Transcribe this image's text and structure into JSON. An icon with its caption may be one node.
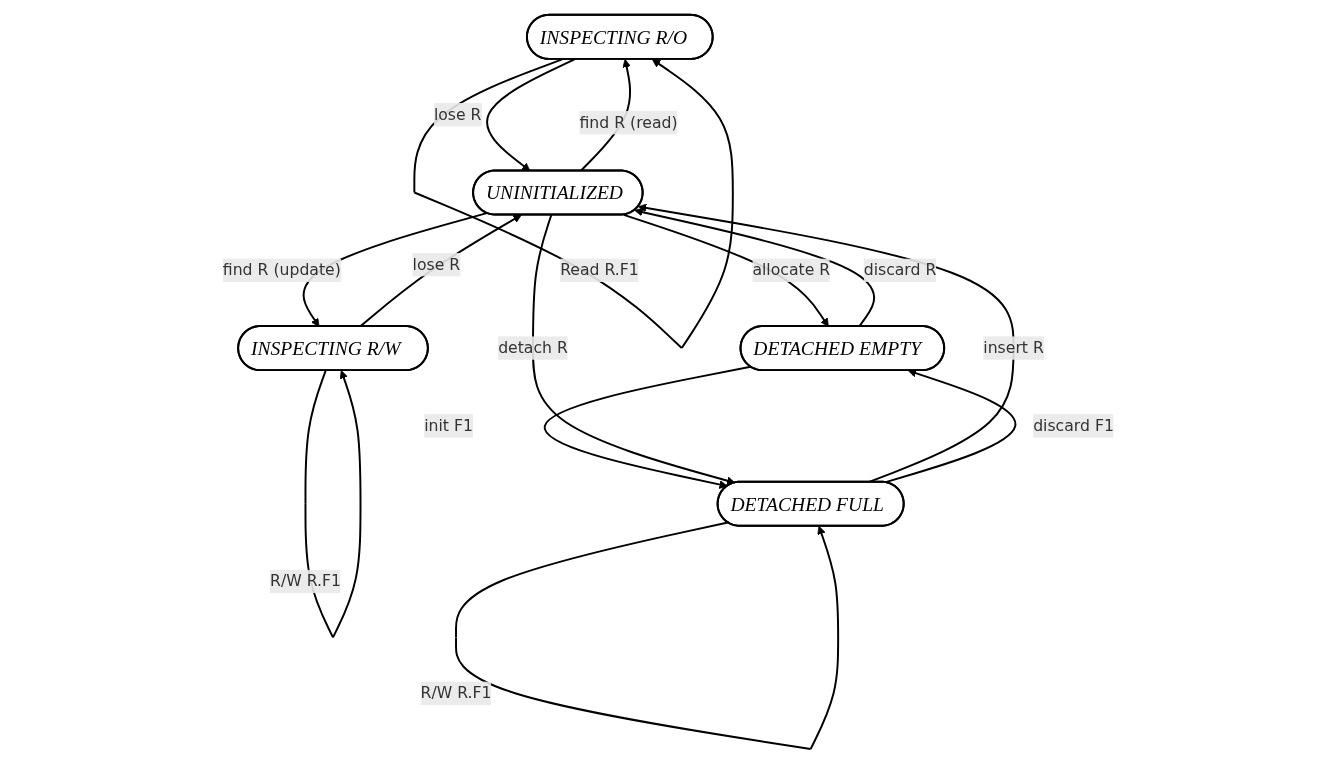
{
  "diagram": {
    "nodes": [
      {
        "text": [
          "INSPECTING R/O"
        ]
      },
      {
        "text": [
          "INSPECTING R/W"
        ]
      },
      {
        "text": [
          "DETACHED FULL"
        ]
      },
      {
        "text": [
          "DETACHED EMPTY"
        ]
      },
      {
        "text": [
          "UNINITIALIZED"
        ]
      }
    ],
    "edges": [
      {
        "from": 0,
        "to": 0,
        "arrow": "to",
        "label": "Read R.F1"
      },
      {
        "from": 1,
        "to": 1,
        "arrow": "to",
        "label": "R/W R.F1"
      },
      {
        "from": 2,
        "to": 2,
        "arrow": "to",
        "label": "R/W R.F1"
      },
      {
        "from": 0,
        "to": 4,
        "arrow": "to",
        "label": "lose R"
      },
      {
        "from": 4,
        "to": 0,
        "arrow": "to",
        "label": "find R (read)"
      },
      {
        "from": 1,
        "to": 4,
        "arrow": "to",
        "label": "lose R"
      },
      {
        "from": 4,
        "to": 1,
        "arrow": "to",
        "label": "find R (update)"
      },
      {
        "from": 2,
        "to": 4,
        "arrow": "to",
        "label": "insert R"
      },
      {
        "from": 3,
        "to": 2,
        "arrow": "to",
        "label": "init F1"
      },
      {
        "from": 2,
        "to": 3,
        "arrow": "to",
        "label": "discard F1"
      },
      {
        "from": 4,
        "to": 3,
        "arrow": "to",
        "label": "allocate R"
      },
      {
        "from": 3,
        "to": 4,
        "arrow": "to",
        "label": "discard R"
      },
      {
        "from": 4,
        "to": 2,
        "arrow": "to",
        "label": "detach R"
      }
    ]
  }
}
